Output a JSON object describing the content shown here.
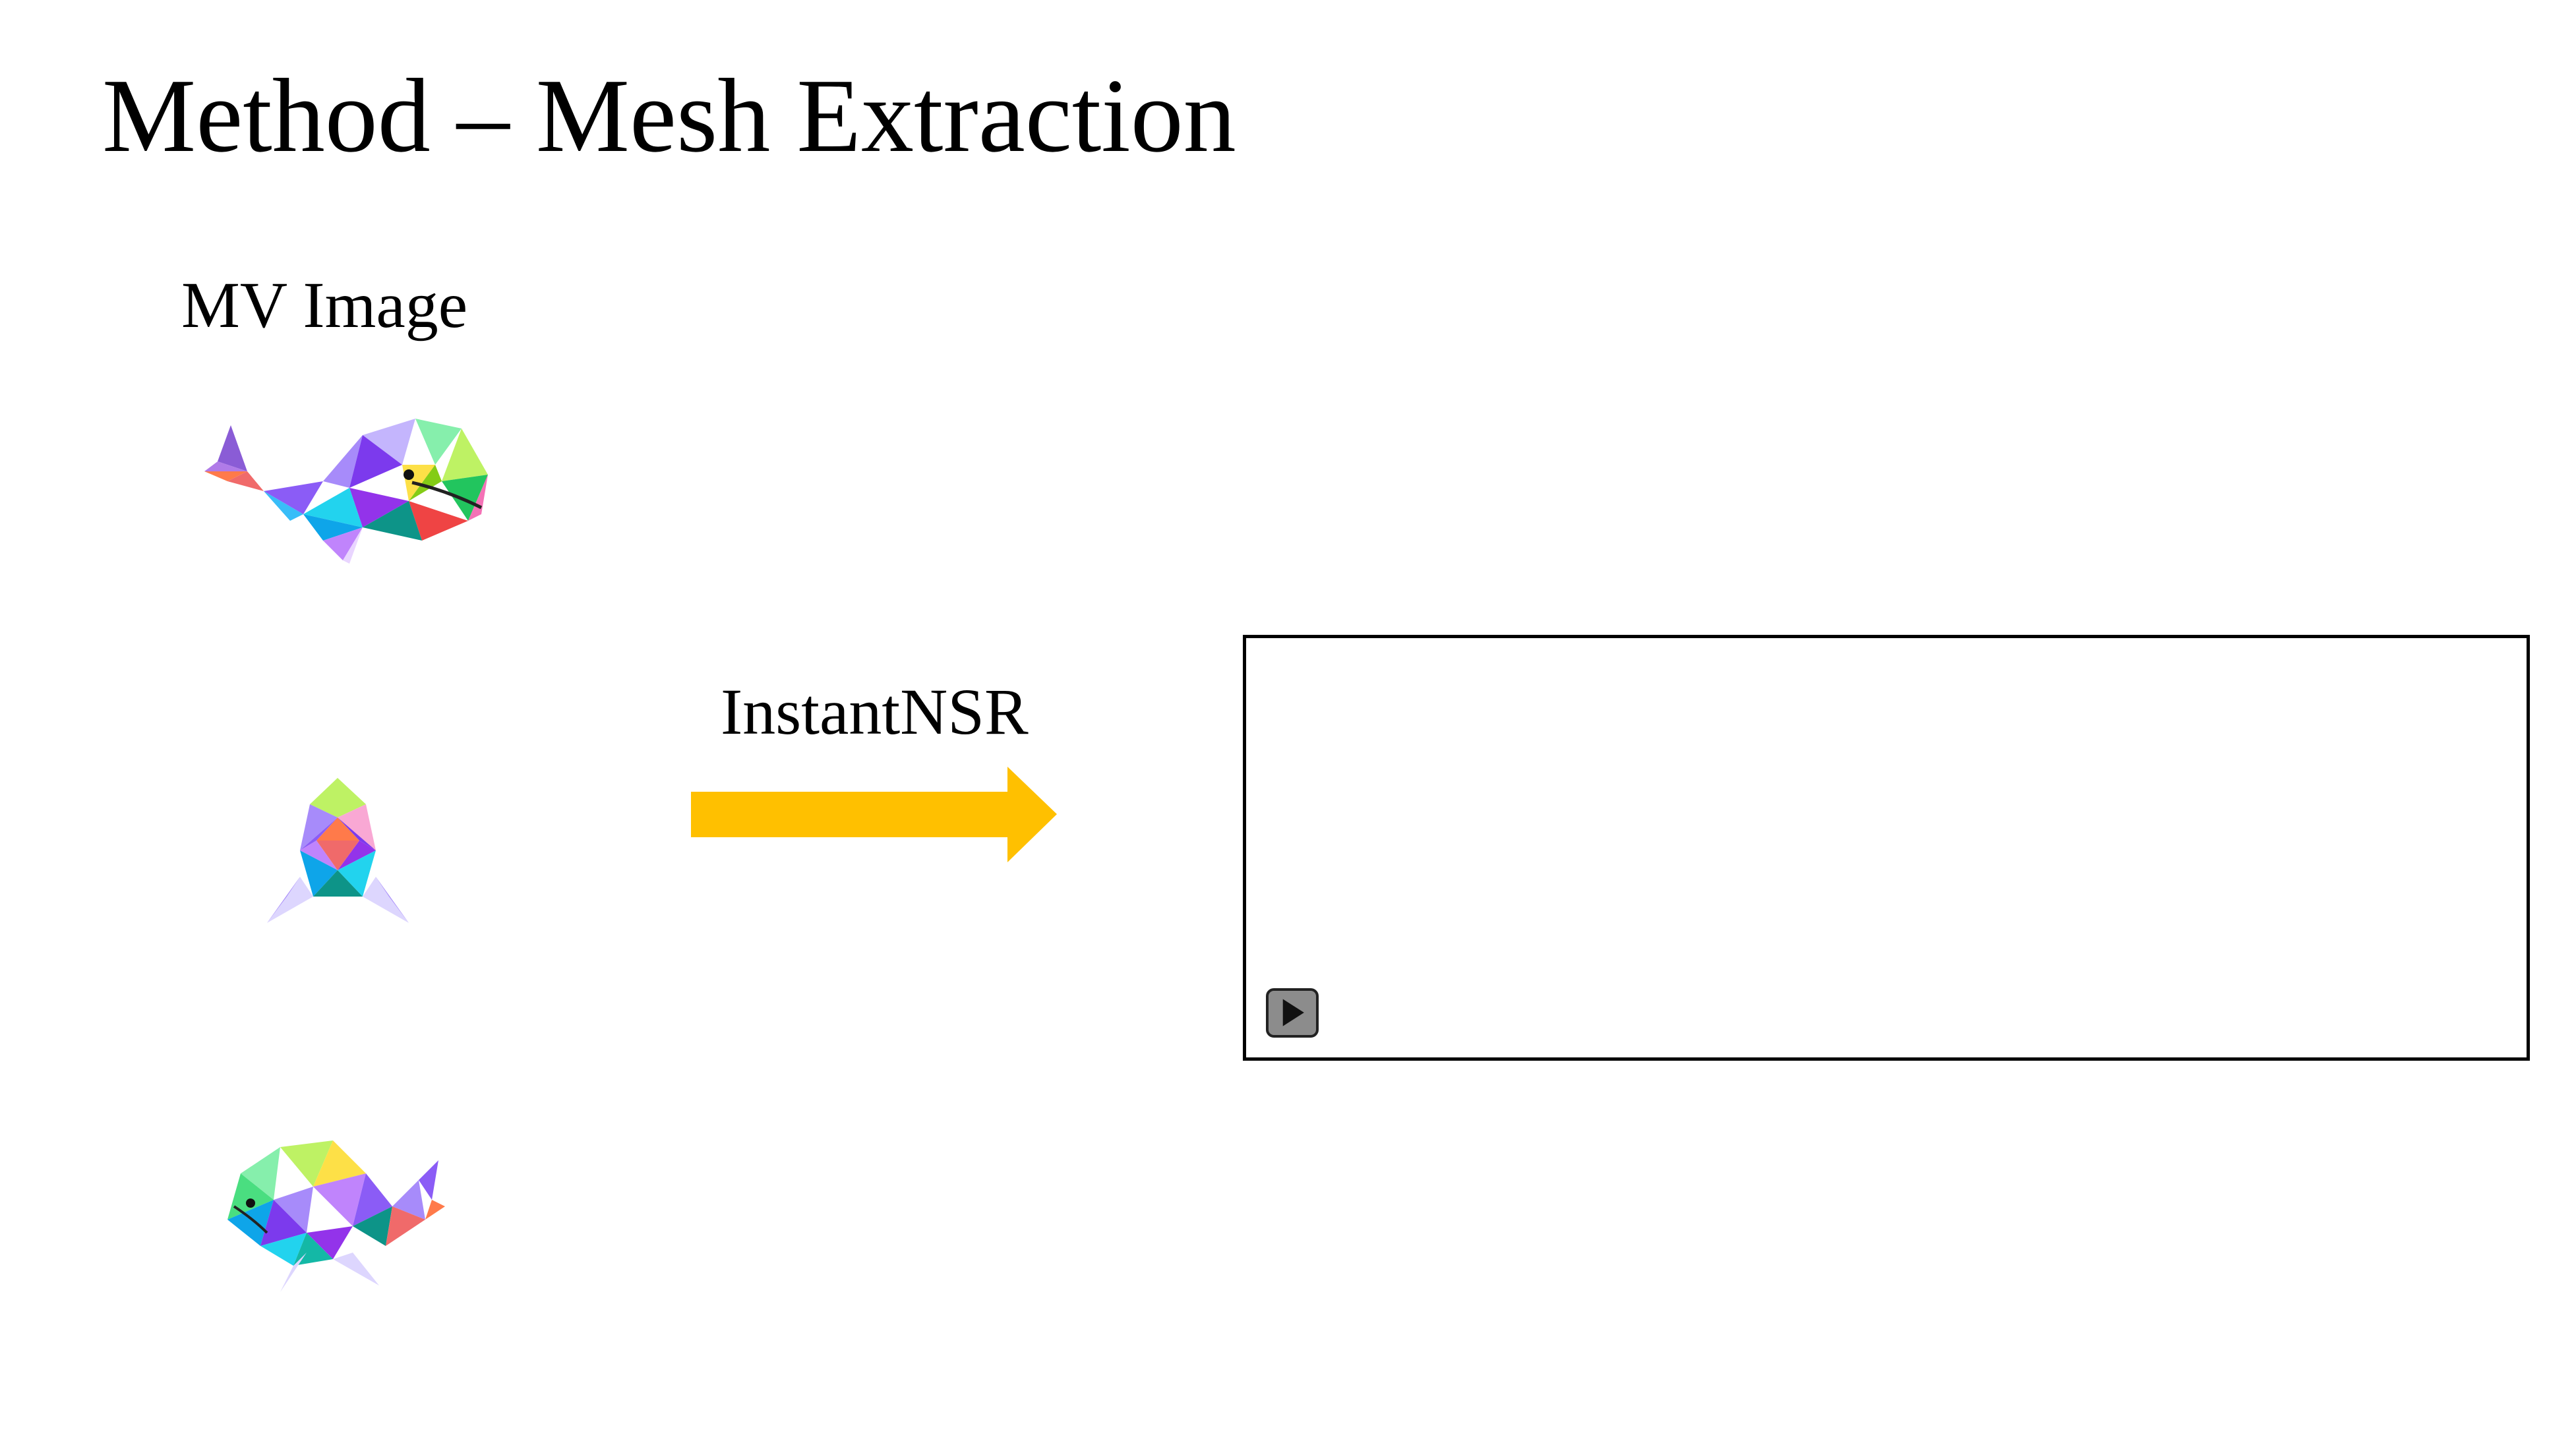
{
  "slide": {
    "title": "Method – Mesh Extraction"
  },
  "diagram": {
    "input_label": "MV Image",
    "method_label": "InstantNSR",
    "input_images": [
      {
        "icon": "whale-side-view-icon"
      },
      {
        "icon": "whale-front-view-icon"
      },
      {
        "icon": "whale-back-view-icon"
      }
    ],
    "arrow_color": "#FFC000",
    "output": {
      "type": "video",
      "control_icon": "play-icon"
    }
  }
}
